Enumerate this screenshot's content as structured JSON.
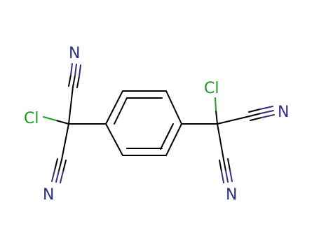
{
  "molecule": {
    "atoms": {
      "n_top": "N",
      "n_bottom_left": "N",
      "n_right": "N",
      "n_bottom_right": "N",
      "cl_left": "Cl",
      "cl_right": "Cl"
    }
  },
  "colors": {
    "bond": "#000000",
    "nitrogen": "#303080",
    "chlorine": "#1e9b1e",
    "background": "#ffffff"
  }
}
